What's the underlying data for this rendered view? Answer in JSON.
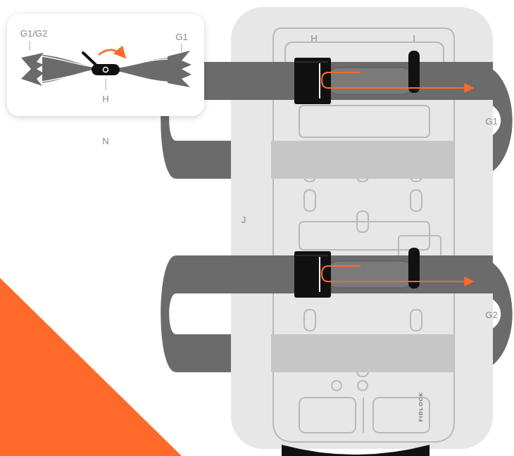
{
  "diagram": {
    "labels": [
      "G1/G2",
      "G1",
      "H",
      "H",
      "I",
      "G1",
      "N",
      "J",
      "G2",
      "FIDLOCK"
    ]
  }
}
